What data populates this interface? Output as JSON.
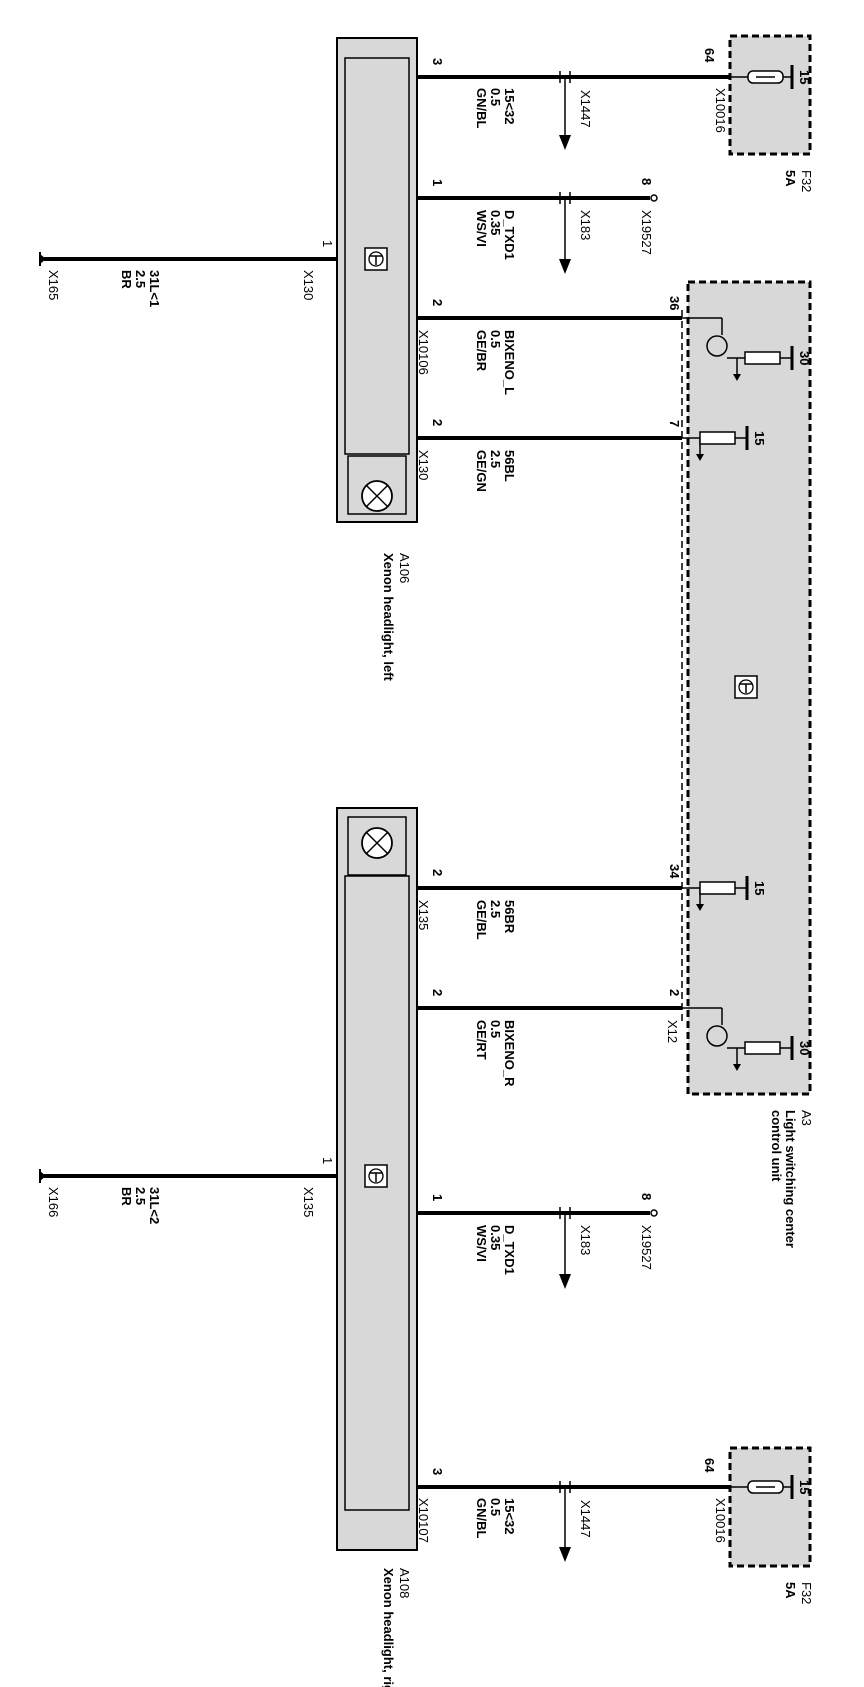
{
  "components": {
    "a106": {
      "id": "A106",
      "desc": "Xenon headlight, left"
    },
    "a108": {
      "id": "A108",
      "desc": "Xenon headlight, right"
    },
    "a3": {
      "id": "A3",
      "desc_line1": "Light switching center",
      "desc_line2": "control unit"
    },
    "f32_top": {
      "id": "F32",
      "rating": "5A",
      "terminal": "15",
      "pin": "64",
      "connector": "X10016"
    },
    "f32_bottom": {
      "id": "F32",
      "rating": "5A",
      "terminal": "15",
      "pin": "64",
      "connector": "X10016"
    }
  },
  "grounds": {
    "left": {
      "pin": "1",
      "connector": "X130",
      "signal": "31L<1",
      "size": "2.5",
      "color": "BR",
      "ground": "X165"
    },
    "right": {
      "pin": "1",
      "connector": "X135",
      "signal": "31L<2",
      "size": "2.5",
      "color": "BR",
      "ground": "X166"
    }
  },
  "wires": {
    "w1": {
      "pin_left": "3",
      "signal": "15<32",
      "size": "0.5",
      "color": "GN/BL",
      "splice": "X1447"
    },
    "w2": {
      "pin_left": "1",
      "signal": "D_TXD1",
      "size": "0.35",
      "color": "WS/VI",
      "splice": "X183",
      "pin_right": "8",
      "connector_right": "X19527"
    },
    "w3": {
      "pin_left": "2",
      "connector_left": "X10106",
      "signal": "BIXENO_L",
      "size": "0.5",
      "color": "GE/BR",
      "pin_right": "36",
      "terminal": "30"
    },
    "w4": {
      "pin_left": "2",
      "connector_left": "X130",
      "signal": "56BL",
      "size": "2.5",
      "color": "GE/GN",
      "pin_right": "7",
      "terminal": "15"
    },
    "w5": {
      "pin_left": "2",
      "connector_left": "X135",
      "signal": "56BR",
      "size": "2.5",
      "color": "GE/BL",
      "pin_right": "34",
      "terminal": "15"
    },
    "w6": {
      "pin_left": "2",
      "signal": "BIXENO_R",
      "size": "0.5",
      "color": "GE/RT",
      "pin_right": "2",
      "connector_right": "X12",
      "terminal": "30"
    },
    "w7": {
      "pin_left": "1",
      "signal": "D_TXD1",
      "size": "0.35",
      "color": "WS/VI",
      "splice": "X183",
      "pin_right": "8",
      "connector_right": "X19527"
    },
    "w8": {
      "pin_left": "3",
      "connector_left": "X10107",
      "signal": "15<32",
      "size": "0.5",
      "color": "GN/BL",
      "splice": "X1447"
    }
  }
}
